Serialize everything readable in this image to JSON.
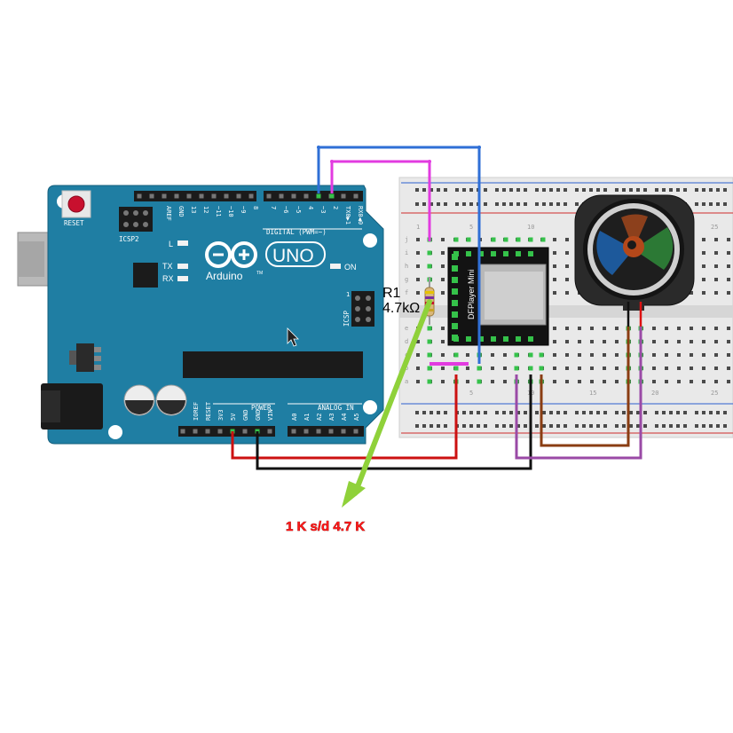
{
  "arduino": {
    "logo_text": "Arduino",
    "tm": "TM",
    "model": "UNO",
    "reset_label": "RESET",
    "icsp2_label": "ICSP2",
    "icsp_label": "ICSP",
    "icsp_pin1": "1",
    "led_l": "L",
    "led_tx": "TX",
    "led_rx": "RX",
    "led_on": "ON",
    "digital_label": "DIGITAL (PWM=~)",
    "power_label": "POWER",
    "analog_label": "ANALOG IN",
    "top_pins": [
      "AREF",
      "GND",
      "13",
      "12",
      "~11",
      "~10",
      "~9",
      "8",
      "7",
      "~6",
      "~5",
      "4",
      "~3",
      "2",
      "TX0▶1",
      "RX0◀0"
    ],
    "power_pins": [
      "IOREF",
      "RESET",
      "3V3",
      "5V",
      "GND",
      "GND",
      "VIN"
    ],
    "analog_pins": [
      "A0",
      "A1",
      "A2",
      "A3",
      "A4",
      "A5"
    ]
  },
  "breadboard": {
    "row_letters_top": [
      "j",
      "i",
      "h",
      "g",
      "f"
    ],
    "row_letters_bottom": [
      "e",
      "d",
      "c",
      "b",
      "a"
    ],
    "col_numbers": [
      "1",
      "5",
      "10",
      "15",
      "20",
      "25"
    ]
  },
  "resistor": {
    "ref": "R1",
    "value": "4.7kΩ"
  },
  "module": {
    "name": "DFPlayer Mini"
  },
  "annotation": {
    "text": "1 K  s/d  4.7 K"
  },
  "colors": {
    "board": "#1f7ea3",
    "wire_blue": "#2f6fd6",
    "wire_magenta": "#e23be0",
    "wire_red": "#cc1111",
    "wire_black": "#111111",
    "wire_brown": "#8a3d12",
    "wire_purple": "#9a4aa6",
    "arrow_green": "#8fd13a"
  }
}
